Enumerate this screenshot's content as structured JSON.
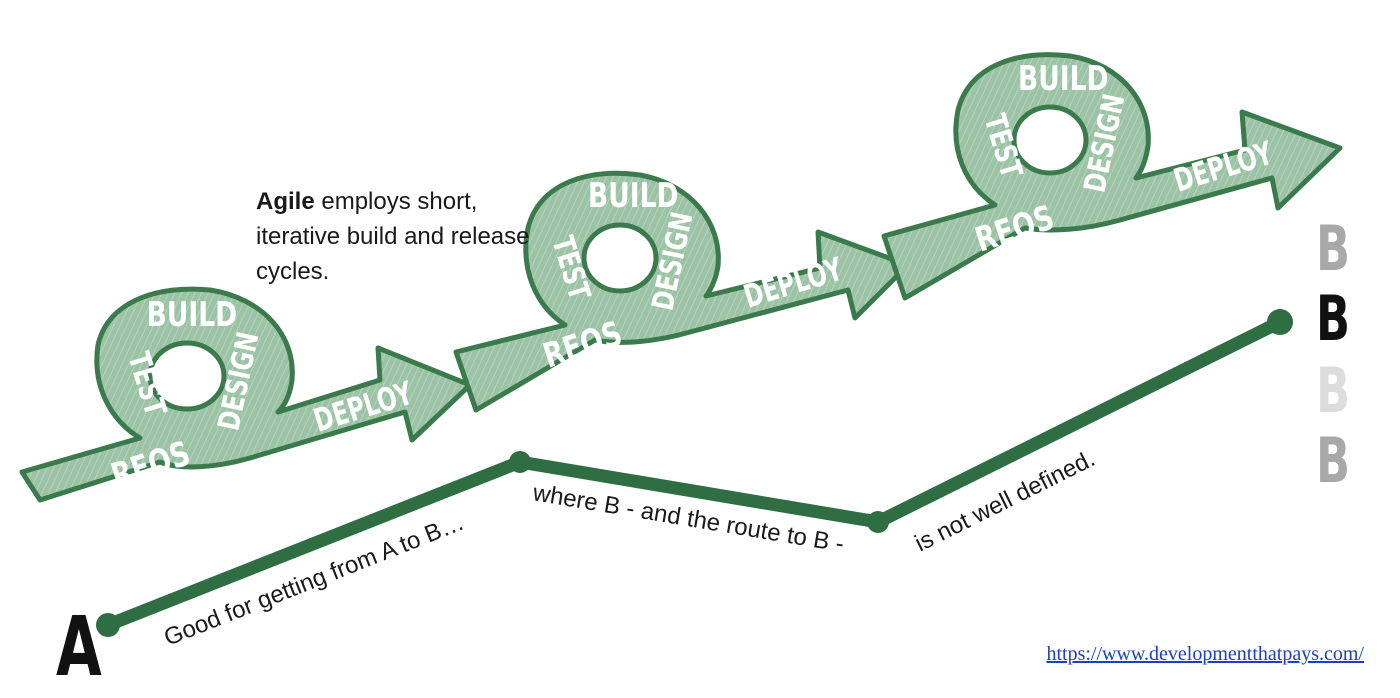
{
  "intro": {
    "bold": "Agile",
    "rest": " employs short, iterative build and release cycles."
  },
  "cycle_labels": {
    "build": "BUILD",
    "test": "TEST",
    "design": "DESIGN",
    "reqs": "REQS",
    "deploy": "DEPLOY"
  },
  "endpoints": {
    "start": "A",
    "end": "B"
  },
  "route_text": {
    "part1": "Good for getting from A to B…",
    "part2": "where B - and the route to B -",
    "part3": "is not well defined."
  },
  "footer_link": "https://www.developmentthatpays.com/",
  "colors": {
    "band_fill": "#9dc3a6",
    "band_stroke": "#3a7a4c",
    "route_line": "#2f6e42",
    "b_active": "#111111",
    "b_faded": "#a8a8a8",
    "b_lightest": "#dcdcdc"
  }
}
